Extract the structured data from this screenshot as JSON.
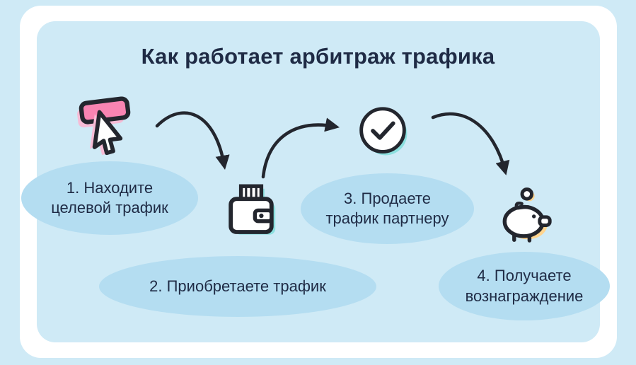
{
  "title": "Как работает арбитраж трафика",
  "steps": [
    {
      "icon": "cursor-click-icon",
      "lines": [
        "1. Находите",
        "целевой трафик"
      ]
    },
    {
      "icon": "wallet-icon",
      "lines": [
        "2. Приобретаете трафик"
      ]
    },
    {
      "icon": "check-circle-icon",
      "lines": [
        "3. Продаете",
        "трафик партнеру"
      ]
    },
    {
      "icon": "piggy-bank-icon",
      "lines": [
        "4. Получаете",
        "вознаграждение"
      ]
    }
  ],
  "colors": {
    "background": "#cfeaf6",
    "card": "#ffffff",
    "bubble": "#b4ddf1",
    "ink": "#23262e",
    "text": "#1f2b45",
    "accent_pink": "#f884b2",
    "accent_pink_light": "#f6bcd6",
    "accent_teal": "#8ce0df",
    "accent_yellow": "#ffd48e"
  }
}
